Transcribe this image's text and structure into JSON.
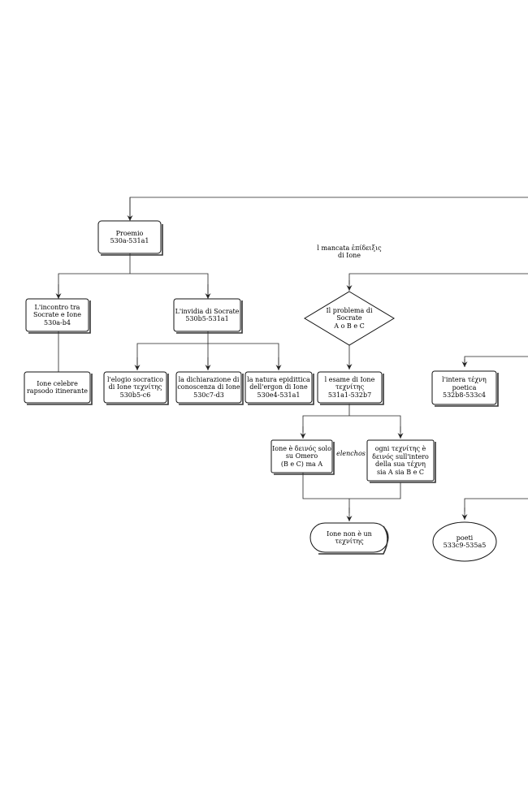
{
  "nodes": {
    "proemio": [
      "Proemio",
      "530a-531a1"
    ],
    "incontro": [
      "L'incontro tra",
      "Socrate e Ione",
      "530a-b4"
    ],
    "invidia": [
      "L'invidia di Socrate",
      "530b5-531a1"
    ],
    "ione_celebre": [
      "Ione celebre",
      "rapsodo itinerante"
    ],
    "elogio": [
      "l'elogio socratico",
      "di Ione τεχνίτης",
      "530b5-c6"
    ],
    "dichiarazione": [
      "la dichiarazione di",
      "conoscenza di Ione",
      "530c7-d3"
    ],
    "natura": [
      "la natura epidittica",
      "dell'ergon di Ione",
      "530e4-531a1"
    ],
    "mancata": [
      "l mancata ἐπίδειξις",
      "di Ione"
    ],
    "problema": [
      "Il problema di",
      "Socrate",
      "A o B e C"
    ],
    "esame": [
      "l esame di Ione",
      "τεχνίτης",
      "531a1-532b7"
    ],
    "intera": [
      "l'intera τέχνη",
      "poetica",
      "532b8-533c4"
    ],
    "deinos_solo": [
      "Ione è δεινός solo",
      "su Omero",
      "(B e C) ma A"
    ],
    "elenchos": [
      "elenchos"
    ],
    "ogni": [
      "ogni τεχνίτης è",
      "δεινός sull'intero",
      "della sua τέχνη",
      "sia A sia B e C"
    ],
    "non_technites": [
      "Ione non è un",
      "τεχνίτης"
    ],
    "poeti": [
      "poeti",
      "533c9-535a5"
    ]
  },
  "colors": {
    "line": "#222222",
    "box_border": "#111111",
    "shadow": "#333333",
    "background": "#ffffff"
  }
}
